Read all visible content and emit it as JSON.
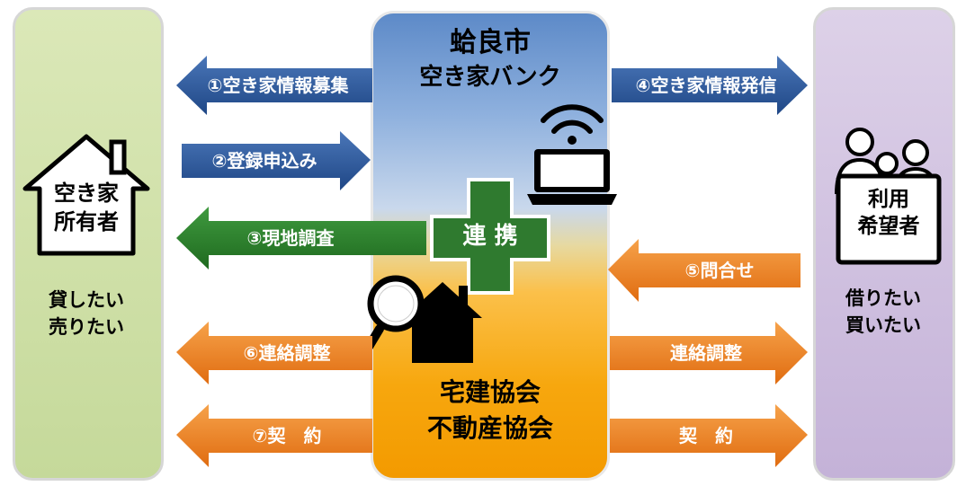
{
  "left": {
    "house_line1": "空き家",
    "house_line2": "所有者",
    "desc_line1": "貸したい",
    "desc_line2": "売りたい"
  },
  "right": {
    "user_line1": "利用",
    "user_line2": "希望者",
    "desc_line1": "借りたい",
    "desc_line2": "買いたい"
  },
  "center": {
    "title_line1": "蛤良市",
    "title_line2": "空き家バンク",
    "partner_line1": "宅建協会",
    "partner_line2": "不動産協会",
    "link_label": "連 携"
  },
  "arrows": {
    "a1": "①空き家情報募集",
    "a2": "②登録申込み",
    "a3": "③現地調査",
    "a4": "④空き家情報発信",
    "a5": "⑤問合せ",
    "a6": "⑥連絡調整",
    "a6r": "連絡調整",
    "a7": "⑦契　約",
    "a7r": "契　約"
  },
  "colors": {
    "blue": "#2a5597",
    "green": "#2f7a2f",
    "orange": "#ee7d1e",
    "left_panel": "#d2e2a8",
    "right_panel": "#d4c5e2"
  }
}
